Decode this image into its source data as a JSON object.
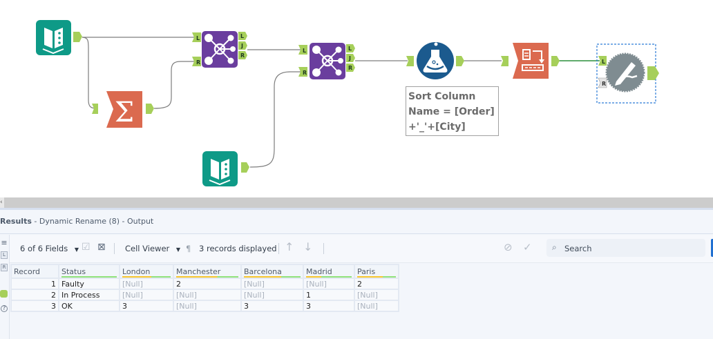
{
  "canvas": {
    "tools": [
      {
        "id": "input-1",
        "type": "input-data",
        "color": "#0e9a87"
      },
      {
        "id": "summarize",
        "type": "summarize",
        "color": "#db6a4f"
      },
      {
        "id": "join-1",
        "type": "join",
        "color": "#6a3e9e",
        "inputs": [
          "L",
          "R"
        ],
        "outputs": [
          "L",
          "J",
          "R"
        ]
      },
      {
        "id": "input-2",
        "type": "input-data",
        "color": "#0e9a87"
      },
      {
        "id": "join-2",
        "type": "join",
        "color": "#6a3e9e",
        "inputs": [
          "L",
          "R"
        ],
        "outputs": [
          "L",
          "J",
          "R"
        ]
      },
      {
        "id": "formula",
        "type": "formula",
        "color": "#1b5a8e"
      },
      {
        "id": "cross-tab",
        "type": "cross-tab",
        "color": "#db6a4f"
      },
      {
        "id": "dynamic-rename",
        "type": "dynamic-rename",
        "color": "#7f8c91",
        "inputs": [
          "L",
          "R"
        ],
        "selected": true
      }
    ],
    "annotation": "Sort Column\nName = [Order]\n+'_'+[City]",
    "anchor_color": "#a6cf5a"
  },
  "results": {
    "title_bold": "Results",
    "title_rest": " - Dynamic Rename (8) - Output",
    "side_buttons": [
      "L",
      "R"
    ],
    "toolbar": {
      "fields_label": "6 of 6 Fields",
      "viewer_label": "Cell Viewer",
      "pilcrow": "¶",
      "records_label": "3 records displayed",
      "search_placeholder": "Search"
    },
    "table": {
      "columns": [
        "Record",
        "Status",
        "London",
        "Manchester",
        "Barcelona",
        "Madrid",
        "Paris"
      ],
      "column_bars": [
        "none",
        "green",
        "yellow-green",
        "yellow-green",
        "yellow-green",
        "yellow-green",
        "yellow-green"
      ],
      "rows": [
        [
          "1",
          "Faulty",
          "[Null]",
          "2",
          "[Null]",
          "[Null]",
          "2"
        ],
        [
          "2",
          "In Process",
          "[Null]",
          "[Null]",
          "[Null]",
          "1",
          "[Null]"
        ],
        [
          "3",
          "OK",
          "3",
          "[Null]",
          "3",
          "3",
          "[Null]"
        ]
      ]
    }
  }
}
